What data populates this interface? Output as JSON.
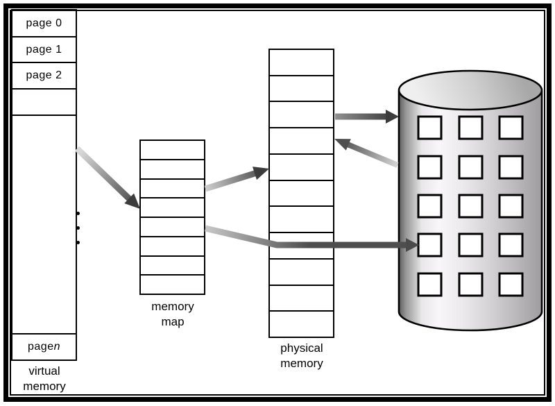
{
  "figure": {
    "background": "#ffffff",
    "line_color": "#000000",
    "arrow_dark": "#3c3c3c",
    "arrow_light": "#cccccc"
  },
  "virtual_memory": {
    "label_line1": "virtual",
    "label_line2": "memory",
    "rows": [
      {
        "text": "page 0"
      },
      {
        "text": "page 1"
      },
      {
        "text": "page 2"
      },
      {
        "text": ""
      },
      {
        "text": "",
        "dots": true
      },
      {
        "text": "page ",
        "italic": "n"
      }
    ]
  },
  "memory_map": {
    "label_line1": "memory",
    "label_line2": "map",
    "row_count": 8
  },
  "physical_memory": {
    "label_line1": "physical",
    "label_line2": "memory",
    "row_count": 11
  },
  "disk": {
    "square_rows": 5,
    "square_cols": 3
  },
  "arrows": [
    {
      "name": "virtual-to-memory-map"
    },
    {
      "name": "memory-map-to-physical"
    },
    {
      "name": "memory-map-to-disk"
    },
    {
      "name": "physical-to-disk"
    },
    {
      "name": "disk-to-physical"
    }
  ]
}
